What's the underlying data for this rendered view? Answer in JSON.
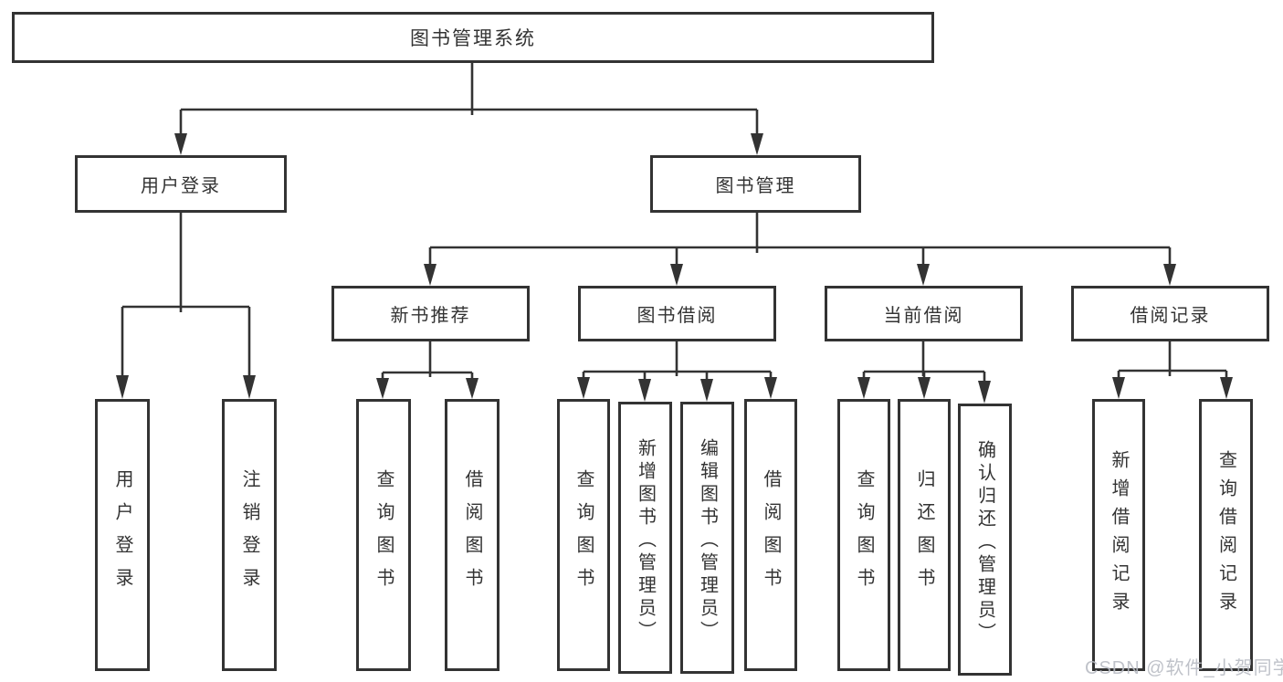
{
  "diagram": {
    "tree": {
      "label": "图书管理系统",
      "children": [
        {
          "label": "用户登录",
          "children": [
            {
              "label": "用户登录"
            },
            {
              "label": "注销登录"
            }
          ]
        },
        {
          "label": "图书管理",
          "children": [
            {
              "label": "新书推荐",
              "children": [
                {
                  "label": "查询图书"
                },
                {
                  "label": "借阅图书"
                }
              ]
            },
            {
              "label": "图书借阅",
              "children": [
                {
                  "label": "查询图书"
                },
                {
                  "label": "新增图书（管理员）"
                },
                {
                  "label": "编辑图书（管理员）"
                },
                {
                  "label": "借阅图书"
                }
              ]
            },
            {
              "label": "当前借阅",
              "children": [
                {
                  "label": "查询图书"
                },
                {
                  "label": "归还图书"
                },
                {
                  "label": "确认归还（管理员）"
                }
              ]
            },
            {
              "label": "借阅记录",
              "children": [
                {
                  "label": "新增借阅记录"
                },
                {
                  "label": "查询借阅记录"
                }
              ]
            }
          ]
        }
      ]
    },
    "colors": {
      "line": "#333333",
      "box_border": "#333333",
      "text": "#333333",
      "background": "#ffffff",
      "watermark": "#b9bcc4"
    }
  },
  "watermark": {
    "text": "CSDN @软件_小贺同学"
  }
}
